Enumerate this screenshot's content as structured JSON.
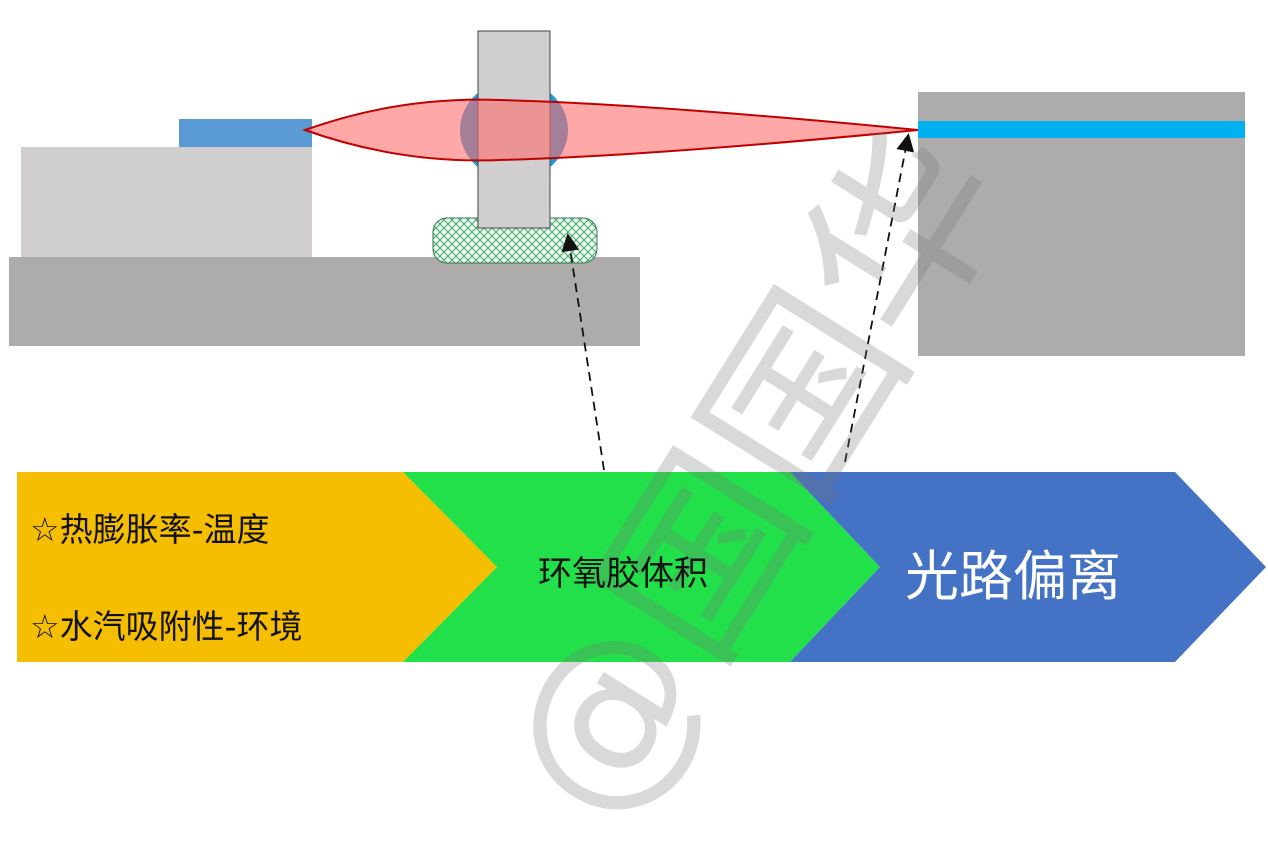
{
  "causes": [
    "☆热膨胀率-温度",
    "☆水汽吸附性-环境"
  ],
  "mechanism": "环氧胶体积",
  "result": "光路偏离",
  "watermark": "@国国华",
  "colors": {
    "cause_arrow": "#F5BE00",
    "mechanism_arrow": "#22E04A",
    "result_arrow": "#4472C4",
    "beam_fill": "#FF9E9E",
    "beam_stroke": "#C00000",
    "lens": "#1E9AD8",
    "waveguide": "#00B0F0",
    "laser_chip": "#5B9BD5",
    "substrate": "#AEABAB",
    "block": "#D0CECE"
  }
}
